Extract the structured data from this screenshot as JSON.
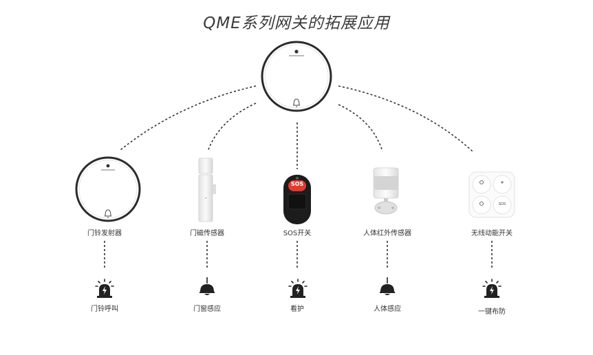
{
  "title": "QME系列网关的拓展应用",
  "devices": [
    {
      "label": "门铃发射器",
      "function": "门铃呼叫",
      "icon": "alarm-light-icon"
    },
    {
      "label": "门磁传感器",
      "function": "门窗感应",
      "icon": "ceiling-lamp-icon"
    },
    {
      "label": "SOS开关",
      "function": "看护",
      "icon": "alarm-light-icon"
    },
    {
      "label": "人体红外传感器",
      "function": "人体感应",
      "icon": "ceiling-lamp-icon"
    },
    {
      "label": "无线动能开关",
      "function": "一键布防",
      "icon": "alarm-light-icon"
    }
  ],
  "sos_button_text": "SOS",
  "switch_button_text": "SOS"
}
